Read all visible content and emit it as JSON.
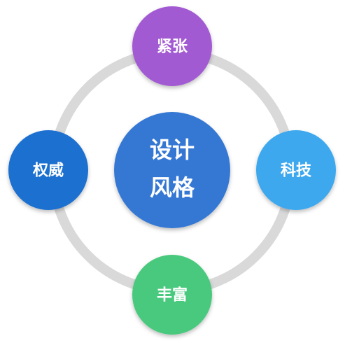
{
  "center": {
    "line1": "设计",
    "line2": "风格",
    "color": "#3578d4"
  },
  "nodes": {
    "top": {
      "label": "紧张",
      "color": "#a25ad2"
    },
    "right": {
      "label": "科技",
      "color": "#3ca8ee"
    },
    "bottom": {
      "label": "丰富",
      "color": "#49c97d"
    },
    "left": {
      "label": "权威",
      "color": "#1f6fcf"
    }
  },
  "ring_color": "#d9d9d9"
}
